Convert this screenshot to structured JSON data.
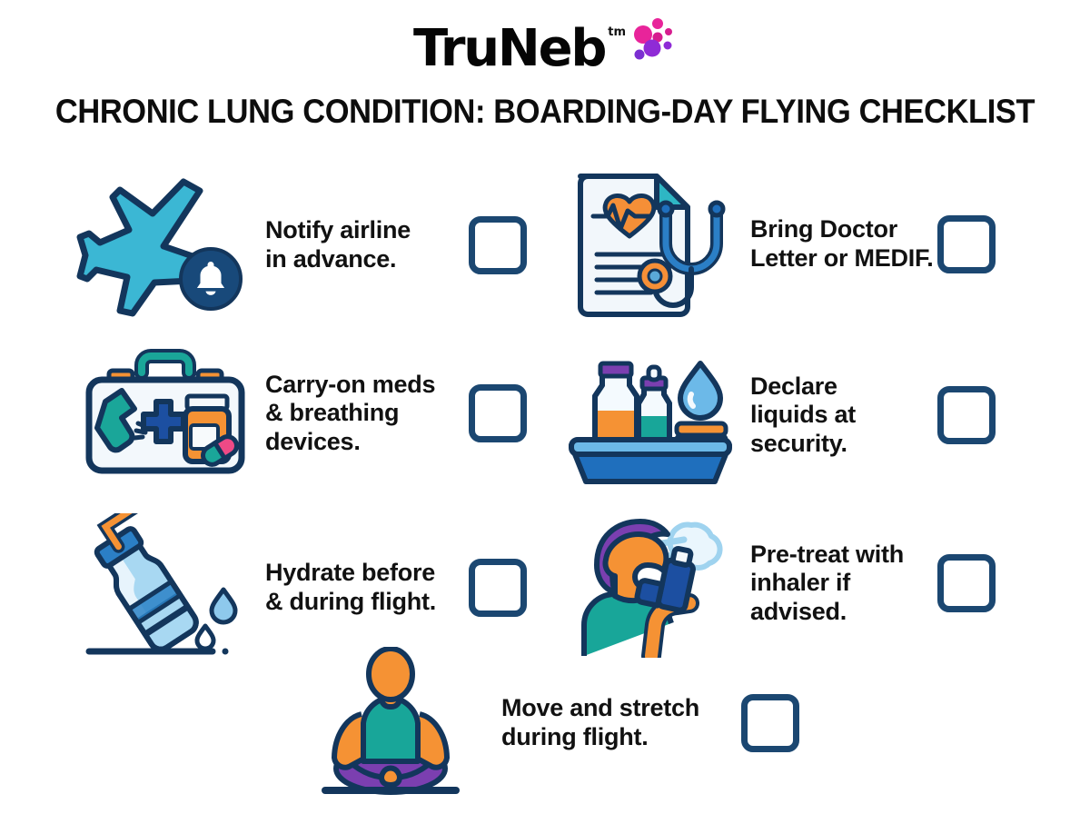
{
  "brand": {
    "wordmark": "TruNeb",
    "trademark": "tm",
    "dot_colors": [
      "#e8249a",
      "#d61d8f",
      "#8f2bd6",
      "#7b2fd1",
      "#c4239d"
    ]
  },
  "title": "CHRONIC LUNG CONDITION: BOARDING-DAY FLYING CHECKLIST",
  "theme": {
    "background": "#ffffff",
    "text": "#111111",
    "outline": "#13365c",
    "checkbox_border": "#1b4771",
    "accent_cyan": "#2eb4cf",
    "accent_teal": "#18a699",
    "accent_orange": "#f59234",
    "accent_blue": "#1f6fbd",
    "accent_purple": "#7b3fb0",
    "accent_lightblue": "#8ec9ec"
  },
  "checklist": [
    {
      "id": 1,
      "icon": "airplane-notification-icon",
      "label": "Notify airline\nin advance.",
      "checked": false
    },
    {
      "id": 2,
      "icon": "medical-document-stethoscope-icon",
      "label": "Bring Doctor\nLetter or MEDIF.",
      "checked": false
    },
    {
      "id": 3,
      "icon": "first-aid-kit-inhaler-icon",
      "label": "Carry-on meds\n& breathing\ndevices.",
      "checked": false
    },
    {
      "id": 4,
      "icon": "security-liquids-bin-icon",
      "label": "Declare\nliquids at\nsecurity.",
      "checked": false
    },
    {
      "id": 5,
      "icon": "water-bottle-hydration-icon",
      "label": "Hydrate before\n& during flight.",
      "checked": false
    },
    {
      "id": 6,
      "icon": "person-using-inhaler-icon",
      "label": "Pre-treat with\ninhaler if\nadvised.",
      "checked": false
    },
    {
      "id": 7,
      "icon": "seated-stretch-person-icon",
      "label": "Move and stretch\nduring flight.",
      "checked": false
    }
  ]
}
